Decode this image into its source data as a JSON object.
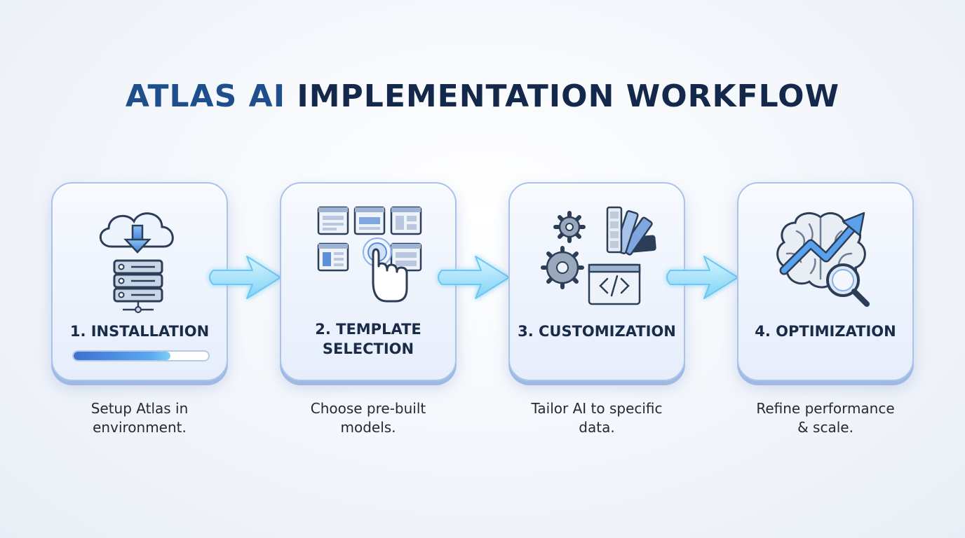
{
  "title": {
    "part1": "ATLAS AI",
    "part2": " IMPLEMENTATION WORKFLOW"
  },
  "steps": [
    {
      "label_line1": "1. INSTALLATION",
      "label_line2": "",
      "description_line1": "Setup Atlas in",
      "description_line2": "environment.",
      "icon": "cloud-server-icon",
      "progress": 0.72
    },
    {
      "label_line1": "2. TEMPLATE",
      "label_line2": "SELECTION",
      "description_line1": "Choose pre-built",
      "description_line2": "models.",
      "icon": "template-grid-icon"
    },
    {
      "label_line1": "3. CUSTOMIZATION",
      "label_line2": "",
      "description_line1": "Tailor AI to specific",
      "description_line2": "data.",
      "icon": "gears-palette-code-icon"
    },
    {
      "label_line1": "4. OPTIMIZATION",
      "label_line2": "",
      "description_line1": "Refine performance",
      "description_line2": "& scale.",
      "icon": "brain-growth-icon"
    }
  ],
  "colors": {
    "title_accent": "#1f4e8c",
    "title_main": "#13284a",
    "arrow": "#8fdcf8",
    "card_border": "#a9c3ea"
  }
}
